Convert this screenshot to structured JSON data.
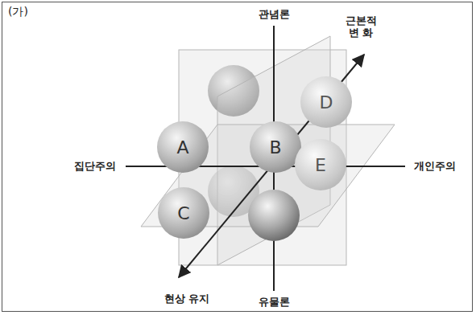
{
  "diagram": {
    "nodes": [
      {
        "text": [
          "D"
        ]
      },
      {
        "text": [
          "A"
        ]
      },
      {
        "text": [
          "B"
        ]
      },
      {
        "text": [
          "E"
        ]
      },
      {
        "text": [
          "C"
        ]
      }
    ],
    "labels": [
      "(가)",
      "관념론",
      "근본적 변 화",
      "집단주의",
      "개인주의",
      "현상 유지",
      "유물론"
    ]
  }
}
